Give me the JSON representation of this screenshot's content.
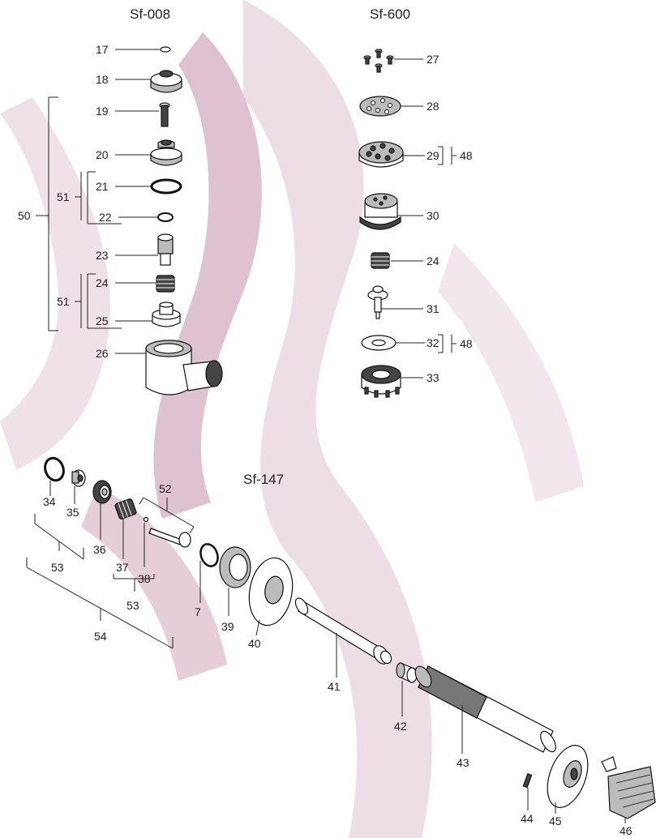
{
  "titles": {
    "sf008": "Sf-008",
    "sf600": "Sf-600",
    "sf147": "Sf-147"
  },
  "labels": {
    "p7": "7",
    "p17": "17",
    "p18": "18",
    "p19": "19",
    "p20": "20",
    "p21": "21",
    "p22": "22",
    "p23": "23",
    "p24a": "24",
    "p24b": "24",
    "p25": "25",
    "p26": "26",
    "p27": "27",
    "p28": "28",
    "p29": "29",
    "p30": "30",
    "p31": "31",
    "p32": "32",
    "p33": "33",
    "p34": "34",
    "p35": "35",
    "p36": "36",
    "p37": "37",
    "p38": "38",
    "p39": "39",
    "p40": "40",
    "p41": "41",
    "p42": "42",
    "p43": "43",
    "p44": "44",
    "p45": "45",
    "p46": "46",
    "p48a": "48",
    "p48b": "48",
    "p50": "50",
    "p51a": "51",
    "p51b": "51",
    "p52": "52",
    "p53a": "53",
    "p53b": "53",
    "p54": "54"
  },
  "colors": {
    "watermark": "#e7d3dc",
    "watermark_dark": "#cdaab9",
    "ink": "#222222"
  }
}
